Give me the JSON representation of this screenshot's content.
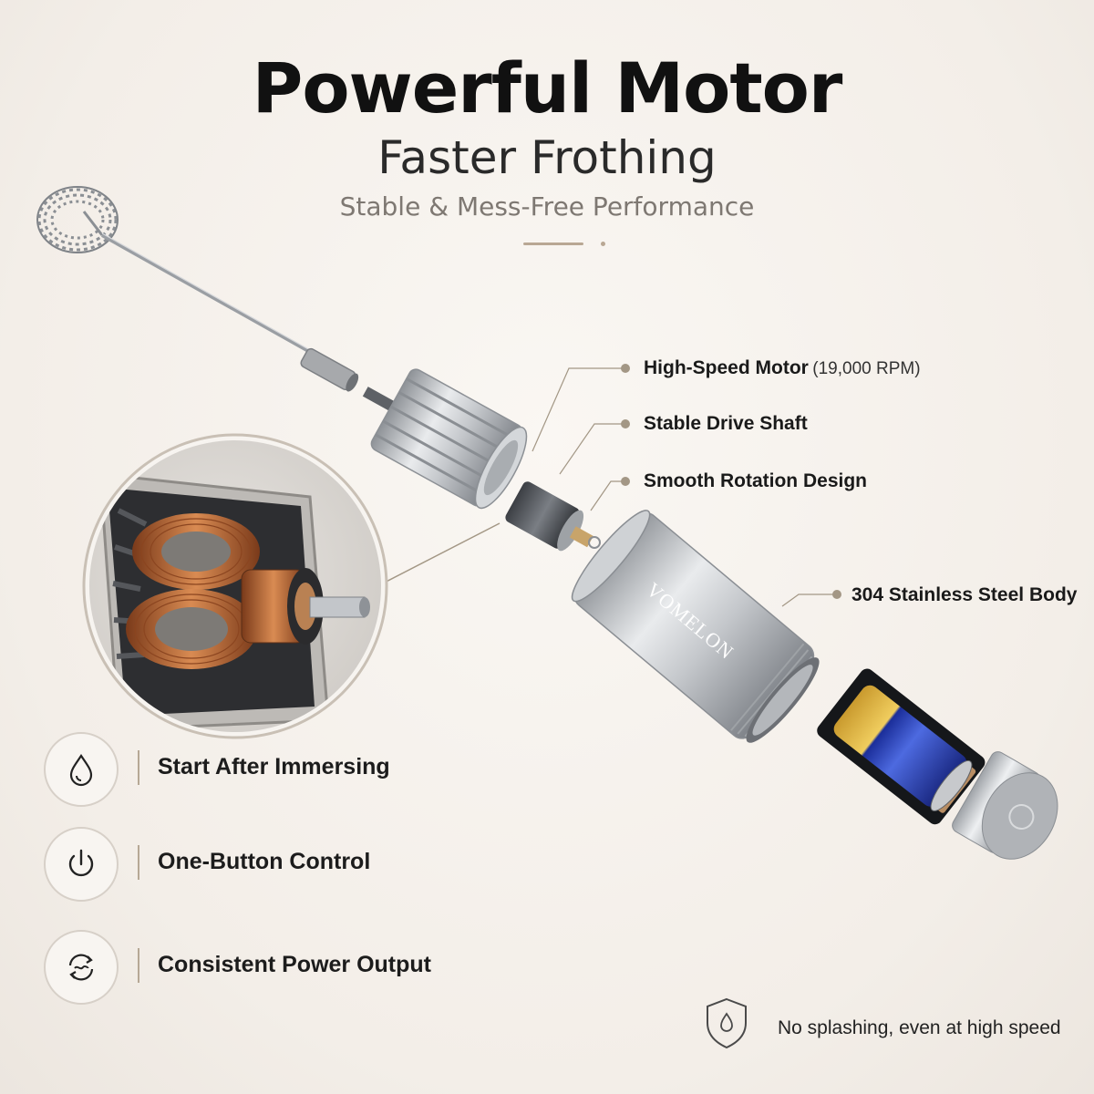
{
  "header": {
    "title": "Powerful Motor",
    "subtitle": "Faster Frothing",
    "tagline": "Stable & Mess-Free Performance"
  },
  "product": {
    "brand_engraving": "VOMELON"
  },
  "callouts": [
    {
      "label": "High-Speed Motor",
      "note": "(19,000 RPM)"
    },
    {
      "label": "Stable Drive Shaft",
      "note": ""
    },
    {
      "label": "Smooth Rotation Design",
      "note": ""
    },
    {
      "label": "304 Stainless Steel Body",
      "note": ""
    }
  ],
  "features": [
    {
      "label": "Start After Immersing",
      "icon": "water-drop-icon"
    },
    {
      "label": "One-Button Control",
      "icon": "power-icon"
    },
    {
      "label": "Consistent Power Output",
      "icon": "cycle-icon"
    }
  ],
  "note": {
    "label": "No splashing, even at high speed",
    "icon": "shield-drop-icon"
  },
  "colors": {
    "background": "#f3eee8",
    "accent": "#b9a794",
    "copper": "#b8663a",
    "steel": "#b9bcc0",
    "battery_blue": "#2f48c4"
  }
}
